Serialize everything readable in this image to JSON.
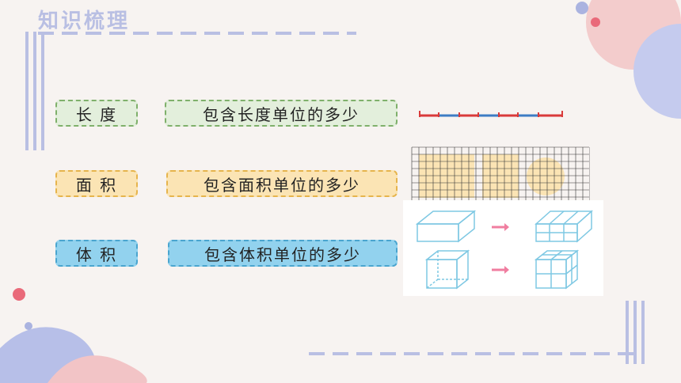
{
  "header": {
    "title": "知识梳理"
  },
  "rows": [
    {
      "term": "长 度",
      "desc": "包含长度单位的多少",
      "color": "#e3efdc"
    },
    {
      "term": "面 积",
      "desc": "包含面积单位的多少",
      "color": "#fbe4b4"
    },
    {
      "term": "体 积",
      "desc": "包含体积单位的多少",
      "color": "#92d2ee"
    }
  ],
  "colors": {
    "accent_pink": "#e96a7a",
    "accent_blue": "#aab3e0",
    "ruler_red": "#d93a3a",
    "ruler_blue": "#3d7cc4"
  }
}
